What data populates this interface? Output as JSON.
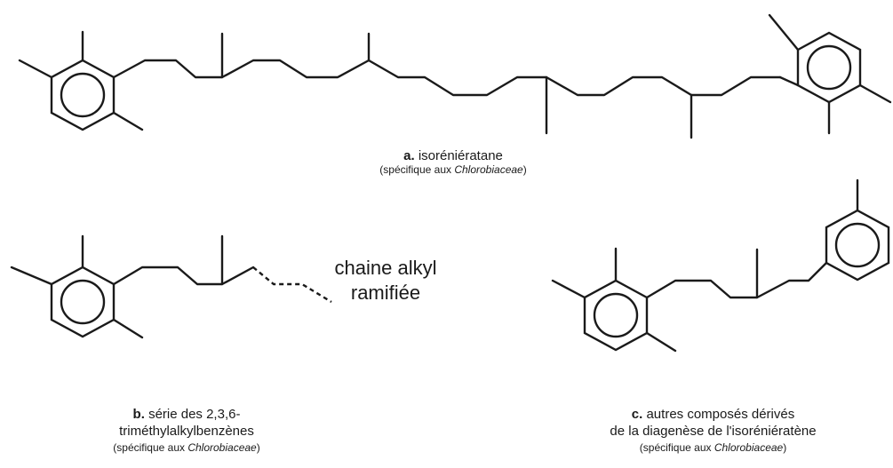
{
  "structures": {
    "a": {
      "letter": "a.",
      "name": "isoréniératane",
      "note_prefix": "(spécifique aux ",
      "note_taxon": "Chlorobiaceae",
      "note_suffix": ")"
    },
    "b": {
      "letter": "b.",
      "name_line1": "série des 2,3,6-",
      "name_line2": "triméthylalkylbenzènes",
      "note_prefix": "(spécifique aux ",
      "note_taxon": "Chlorobiaceae",
      "note_suffix": ")",
      "chain_label_line1": "chaine alkyl",
      "chain_label_line2": "ramifiée"
    },
    "c": {
      "letter": "c.",
      "name_line1": "autres composés dérivés",
      "name_line2": "de la diagenèse de l'isoréniératène",
      "note_prefix": "(spécifique aux ",
      "note_taxon": "Chlorobiaceae",
      "note_suffix": ")"
    }
  }
}
